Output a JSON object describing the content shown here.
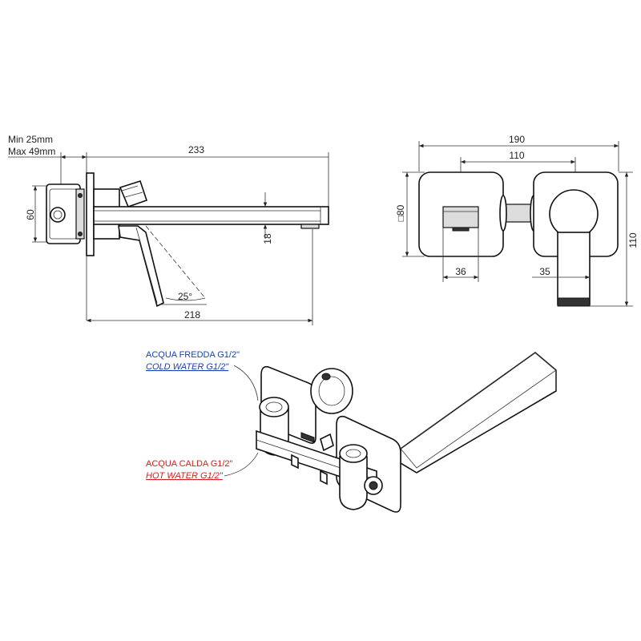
{
  "side_view": {
    "min_label": "Min 25mm",
    "max_label": "Max 49mm",
    "dim_overall": "233",
    "dim_height": "60",
    "dim_spout": "18",
    "dim_angle": "25°",
    "dim_bottom": "218"
  },
  "front_view": {
    "dim_width": "190",
    "dim_center": "110",
    "dim_plate": "□80",
    "dim_height": "110",
    "dim_spout_width": "36",
    "dim_handle": "35"
  },
  "labels": {
    "cold_it": "ACQUA FREDDA G1/2\"",
    "cold_en": "COLD WATER G1/2\"",
    "hot_it": "ACQUA CALDA G1/2\"",
    "hot_en": "HOT WATER G1/2\""
  },
  "colors": {
    "cold_label": "#1a3fb0",
    "hot_label": "#d12020",
    "line": "#222222"
  }
}
